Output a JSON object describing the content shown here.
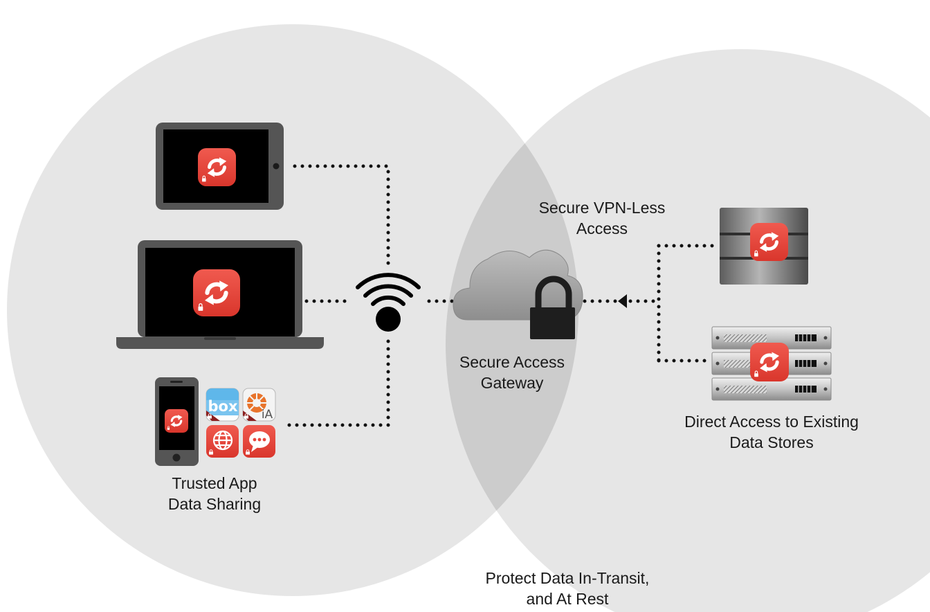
{
  "colors": {
    "circle_fill": "#e6e6e6",
    "overlap_fill": "#cccccc",
    "app_red": "#e8453c",
    "connector": "#111111",
    "device_frame": "#555555",
    "screen": "#000000",
    "cloud": "#a6a6a6",
    "lock": "#1e1e1e"
  },
  "labels": {
    "vpn_line1": "Secure VPN-Less",
    "vpn_line2": "Access",
    "gateway_line1": "Secure Access",
    "gateway_line2": "Gateway",
    "stores_line1": "Direct Access to Existing",
    "stores_line2": "Data Stores",
    "trusted_line1": "Trusted App",
    "trusted_line2": "Data Sharing",
    "protect_line1": "Protect Data In-Transit,",
    "protect_line2": "and At Rest"
  },
  "icons": {
    "box_app_text": "box",
    "ia_app_text": "iA",
    "sync_icon": "sync-arrows-icon",
    "lock_icon": "padlock-icon",
    "wifi_icon": "wifi-icon",
    "cloud_icon": "cloud-icon",
    "globe_icon": "globe-icon",
    "chat_icon": "chat-bubble-icon"
  }
}
